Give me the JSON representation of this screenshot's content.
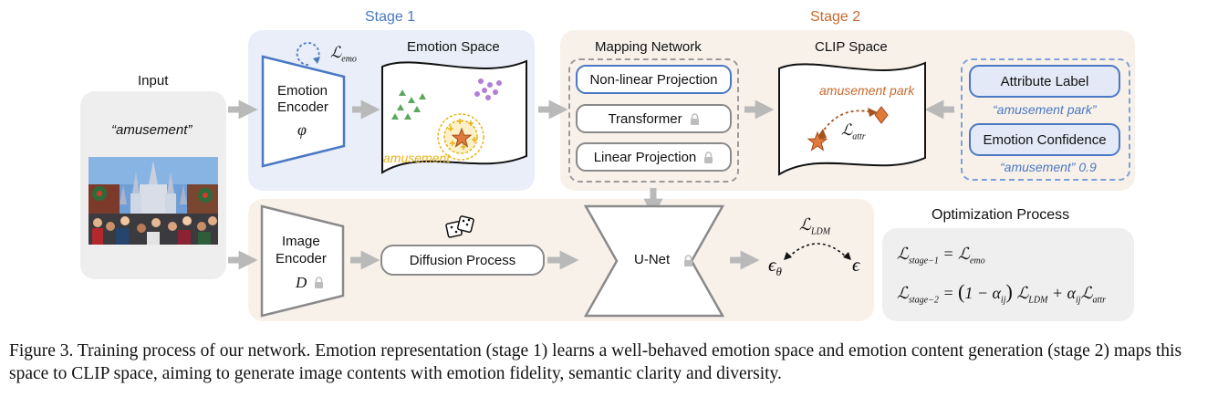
{
  "input": {
    "title": "Input",
    "text": "“amusement”"
  },
  "stage1": {
    "title": "Stage 1",
    "encoder_line1": "Emotion",
    "encoder_line2": "Encoder",
    "encoder_symbol": "φ",
    "loss_symbol": "ℒ",
    "loss_sub": "emo",
    "space_title": "Emotion Space",
    "cluster_label": "amusement"
  },
  "stage2": {
    "title": "Stage 2",
    "mapping_title": "Mapping Network",
    "nonlinear": "Non-linear Projection",
    "transformer": "Transformer",
    "linear": "Linear Projection",
    "clip_title": "CLIP Space",
    "clip_label": "amusement park",
    "attr_loss_symbol": "ℒ",
    "attr_loss_sub": "attr",
    "attribute_label": "Attribute Label",
    "attribute_value": "“amusement park”",
    "emotion_confidence": "Emotion Confidence",
    "confidence_value": "“amusement” 0.9"
  },
  "diffusion": {
    "image_encoder_line1": "Image",
    "image_encoder_line2": "Encoder",
    "image_encoder_symbol": "D",
    "diffusion_process": "Diffusion Process",
    "unet": "U-Net",
    "ldm_symbol": "ℒ",
    "ldm_sub": "LDM",
    "eps_theta": "ϵ",
    "eps_theta_sub": "θ",
    "eps": "ϵ"
  },
  "optimization": {
    "title": "Optimization Process",
    "eq1_lhs_sub": "stage−1",
    "eq1_rhs_sub": "emo",
    "eq2_lhs_sub": "stage−2",
    "eq2_alpha_sub": "ij",
    "eq2_ldm_sub": "LDM",
    "eq2_attr_sub": "attr"
  },
  "caption": {
    "text": "Figure 3.  Training process of our network.  Emotion representation (stage 1) learns a well-behaved emotion space and emotion content generation (stage 2) maps this space to CLIP space, aiming to generate image contents with emotion fidelity, semantic clarity and diversity."
  },
  "colors": {
    "stage1_blue": "#4a78c4",
    "stage2_orange": "#c8692d",
    "panel_blue": "#e9eef8",
    "panel_beige": "#f8f1ea",
    "panel_gray": "#efefef",
    "arrow_gray": "#b9b9b9",
    "amusement_yellow": "#e8b319"
  },
  "icons": [
    "lock-icon",
    "dice-icon",
    "star-icon",
    "diamond-icon",
    "cycle-arrow-icon"
  ]
}
